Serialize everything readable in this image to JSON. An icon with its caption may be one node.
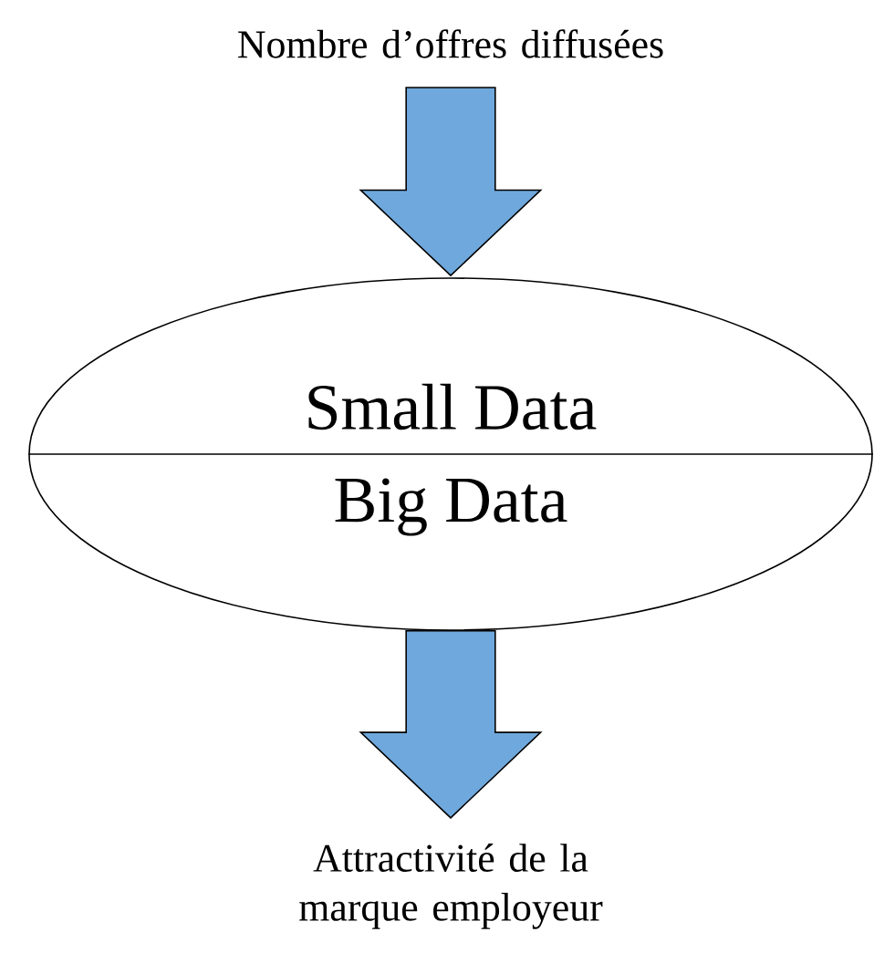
{
  "diagram": {
    "nodes": [
      {
        "text": [
          "Nombre d’offres diffusées"
        ]
      },
      {
        "text": [
          "Small Data",
          "Big Data"
        ]
      },
      {
        "text": [
          "Attractivité de la marque employeur"
        ]
      }
    ],
    "edges": [
      {
        "from": 0,
        "to": 1,
        "arrow": "to"
      },
      {
        "from": 1,
        "to": 2,
        "arrow": "to"
      }
    ]
  }
}
